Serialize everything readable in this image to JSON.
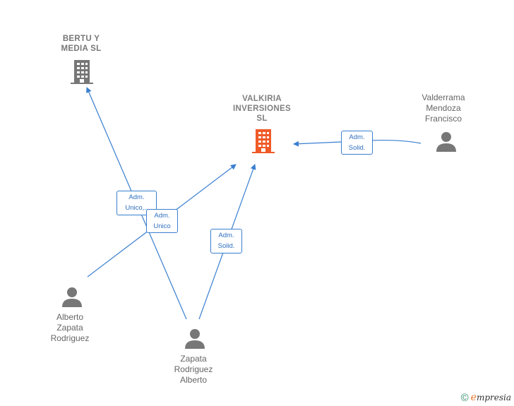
{
  "nodes": {
    "bertu": {
      "label": "BERTU Y\nMEDIA SL",
      "type": "company",
      "color": "#777777"
    },
    "valkiria": {
      "label": "VALKIRIA\nINVERSIONES\nSL",
      "type": "company",
      "color": "#f05a28"
    },
    "valderrama": {
      "label": "Valderrama\nMendoza\nFrancisco",
      "type": "person",
      "color": "#777777"
    },
    "alberto_zapata": {
      "label": "Alberto\nZapata\nRodriguez",
      "type": "person",
      "color": "#777777"
    },
    "zapata_rodriguez": {
      "label": "Zapata\nRodriguez\nAlberto",
      "type": "person",
      "color": "#777777"
    }
  },
  "edges": {
    "e1": {
      "label": "Adm.\nUnico,..",
      "from": "zapata_rodriguez",
      "to": "bertu"
    },
    "e2": {
      "label": "Adm.\nUnico",
      "from": "alberto_zapata",
      "to": "valkiria"
    },
    "e3": {
      "label": "Adm.\nSolid.",
      "from": "zapata_rodriguez",
      "to": "valkiria"
    },
    "e4": {
      "label": "Adm.\nSolid.",
      "from": "valderrama",
      "to": "valkiria"
    }
  },
  "footer": {
    "copyright": "©",
    "brand_e": "e",
    "brand_rest": "mpresia"
  },
  "colors": {
    "edge": "#3a7fd0",
    "highlight_company": "#f05a28",
    "default_icon": "#777777"
  }
}
